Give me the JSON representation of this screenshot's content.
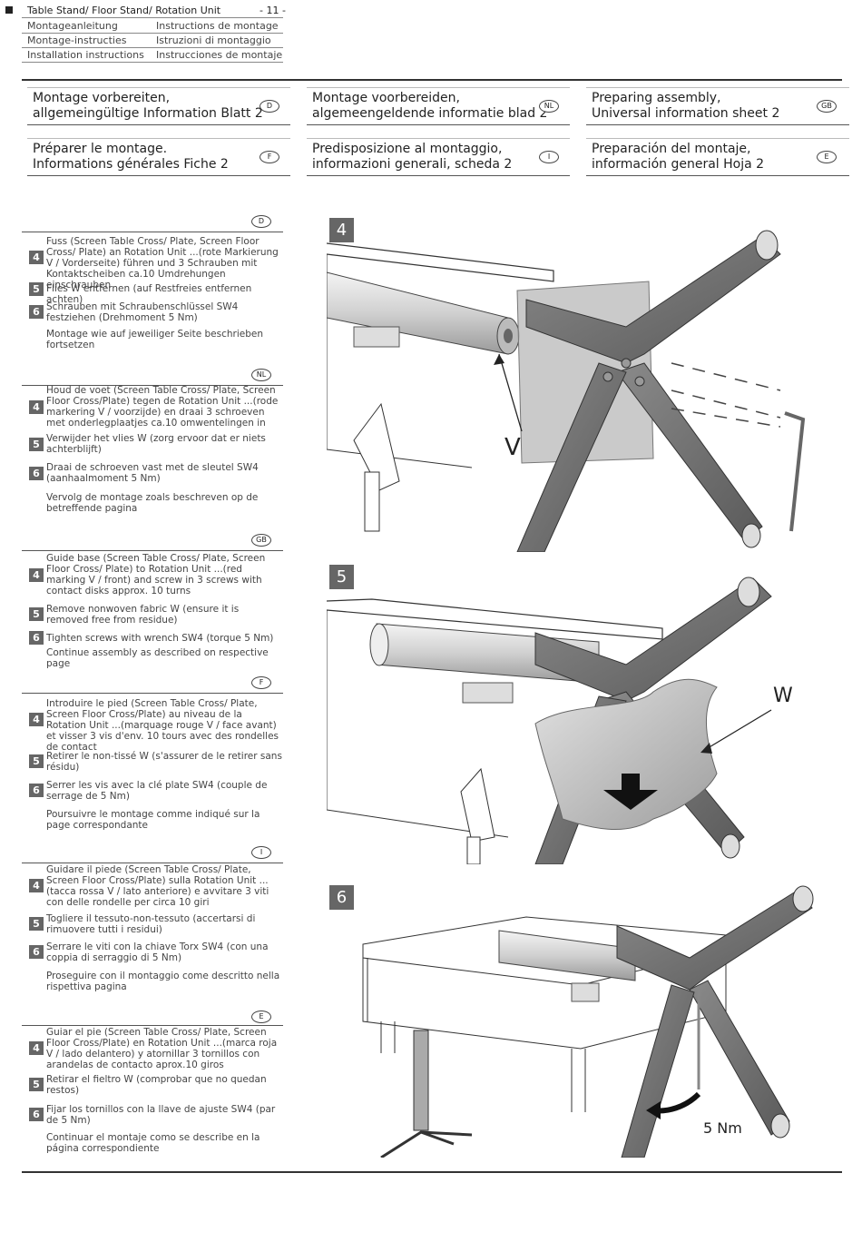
{
  "header": {
    "col1": [
      "Table Stand/ Floor Stand/ Rotation Unit",
      "Montageanleitung",
      "Montage-instructies",
      "Installation instructions"
    ],
    "col2": [
      "- 11 -",
      "Instructions de montage",
      "Istruzioni di montaggio",
      "Instrucciones de montaje"
    ]
  },
  "titles": [
    {
      "line1": "Montage vorbereiten,",
      "line2": "allgemeingültige Information  Blatt 2",
      "badge": "D"
    },
    {
      "line1": "Montage voorbereiden,",
      "line2": "algemeengeldende informatie blad 2",
      "badge": "NL"
    },
    {
      "line1": "Preparing assembly,",
      "line2": "Universal information sheet 2",
      "badge": "GB"
    },
    {
      "line1": "Préparer le montage.",
      "line2": "Informations générales Fiche 2",
      "badge": "F"
    },
    {
      "line1": "Predisposizione al montaggio,",
      "line2": "informazioni generali, scheda 2",
      "badge": "I"
    },
    {
      "line1": "Preparación del montaje,",
      "line2": "información general  Hoja 2",
      "badge": "E"
    }
  ],
  "sections": [
    {
      "badge": "D",
      "steps": [
        {
          "num": "4",
          "text": "Fuss (Screen Table Cross/ Plate, Screen Floor Cross/ Plate) an Rotation Unit ...(rote Markierung V / Vorderseite) führen und 3 Schrauben mit Kontaktscheiben ca.10 Umdrehungen einschrauben"
        },
        {
          "num": "5",
          "text": "Flies W entfernen (auf Restfreies entfernen achten)"
        },
        {
          "num": "6",
          "text": "Schrauben mit Schraubenschlüssel SW4 festziehen (Drehmoment 5 Nm)"
        }
      ],
      "cont": "Montage wie auf jeweiliger Seite beschrieben fortsetzen"
    },
    {
      "badge": "NL",
      "steps": [
        {
          "num": "4",
          "text": "Houd de voet (Screen Table Cross/ Plate, Screen Floor Cross/Plate) tegen de Rotation Unit ...(rode markering V / voorzijde) en draai 3 schroeven met onderlegplaatjes ca.10 omwentelingen in"
        },
        {
          "num": "5",
          "text": "Verwijder het vlies W (zorg ervoor dat er niets achterblijft)"
        },
        {
          "num": "6",
          "text": "Draai de schroeven vast met de sleutel SW4 (aanhaalmoment 5 Nm)"
        }
      ],
      "cont": "Vervolg de montage zoals beschreven op de betreffende pagina"
    },
    {
      "badge": "GB",
      "steps": [
        {
          "num": "4",
          "text": "Guide base (Screen Table Cross/ Plate, Screen Floor Cross/ Plate) to Rotation Unit ...(red marking V / front) and screw in 3 screws with contact disks approx. 10 turns"
        },
        {
          "num": "5",
          "text": "Remove nonwoven fabric W (ensure it is removed free from residue)"
        },
        {
          "num": "6",
          "text": "Tighten screws with wrench SW4 (torque 5 Nm)"
        }
      ],
      "cont": "Continue assembly as described on respective page"
    },
    {
      "badge": "F",
      "steps": [
        {
          "num": "4",
          "text": "Introduire le pied (Screen Table Cross/ Plate, Screen Floor Cross/Plate) au niveau de la Rotation Unit ...(marquage rouge V / face avant) et visser 3 vis d'env. 10 tours avec des rondelles de contact"
        },
        {
          "num": "5",
          "text": "Retirer le non-tissé W (s'assurer de le retirer sans résidu)"
        },
        {
          "num": "6",
          "text": "Serrer les vis avec la clé plate SW4 (couple de serrage de 5 Nm)"
        }
      ],
      "cont": "Poursuivre le montage comme indiqué sur la page correspondante"
    },
    {
      "badge": "I",
      "steps": [
        {
          "num": "4",
          "text": "Guidare il piede (Screen Table Cross/ Plate, Screen Floor Cross/Plate) sulla Rotation Unit ...(tacca rossa V / lato anteriore) e avvitare 3 viti con delle rondelle per circa 10 giri"
        },
        {
          "num": "5",
          "text": "Togliere il tessuto-non-tessuto (accertarsi di rimuovere tutti i residui)"
        },
        {
          "num": "6",
          "text": "Serrare le viti con la chiave Torx SW4 (con una coppia di serraggio di 5 Nm)"
        }
      ],
      "cont": "Proseguire con il montaggio come descritto nella rispettiva pagina"
    },
    {
      "badge": "E",
      "steps": [
        {
          "num": "4",
          "text": "Guiar el pie (Screen Table Cross/ Plate, Screen Floor Cross/Plate) en Rotation Unit ...(marca roja V / lado delantero) y atornillar 3 tornillos con arandelas de contacto aprox.10 giros"
        },
        {
          "num": "5",
          "text": "Retirar el fieltro W (comprobar que no quedan restos)"
        },
        {
          "num": "6",
          "text": "Fijar los tornillos con la llave de ajuste SW4 (par de 5 Nm)"
        }
      ],
      "cont": "Continuar el montaje como se describe en la página correspondiente"
    }
  ],
  "figures": {
    "fig4": {
      "num": "4",
      "label": "V"
    },
    "fig5": {
      "num": "5",
      "label": "W"
    },
    "fig6": {
      "num": "6",
      "label": "5 Nm"
    }
  }
}
